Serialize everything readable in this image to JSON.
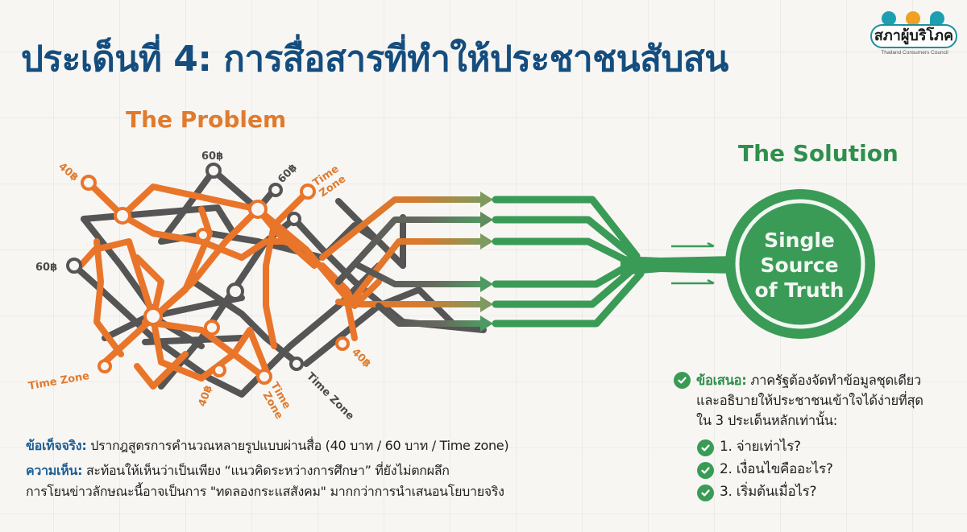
{
  "slide": {
    "title": "ประเด็นที่ 4: การสื่อสารที่ทำให้ประชาชนสับสน",
    "colors": {
      "title": "#144d7e",
      "problem": "#e07b2e",
      "neutral": "#4a4a4a",
      "solution": "#2f8f4e",
      "background": "#f8f6f3"
    }
  },
  "logo": {
    "name": "สภาผู้บริโภค",
    "subtitle": "Thailand Consumers Council",
    "dot_colors": [
      "#1e9fb0",
      "#f2a024",
      "#1e9fb0"
    ]
  },
  "problem": {
    "title": "The Problem",
    "labels": [
      {
        "text": "40฿",
        "color": "orange"
      },
      {
        "text": "60฿",
        "color": "gray"
      },
      {
        "text": "60฿",
        "color": "gray"
      },
      {
        "text": "Time Zone",
        "color": "orange"
      },
      {
        "text": "60฿",
        "color": "gray"
      },
      {
        "text": "Time Zone",
        "color": "orange"
      },
      {
        "text": "40฿",
        "color": "orange"
      },
      {
        "text": "Time Zone",
        "color": "orange"
      },
      {
        "text": "Time Zone",
        "color": "gray"
      },
      {
        "text": "40฿",
        "color": "orange"
      }
    ]
  },
  "solution": {
    "title": "The Solution",
    "circle_lines": [
      "Single",
      "Source",
      "of Truth"
    ]
  },
  "facts": {
    "fact_label": "ข้อเท็จจริง:",
    "fact_text": " ปรากฎสูตรการคำนวณหลายรูปแบบผ่านสื่อ (40 บาท / 60 บาท / Time zone)",
    "opinion_label": "ความเห็น:",
    "opinion_text_1": " สะท้อนให้เห็นว่าเป็นเพียง “แนวคิดระหว่างการศึกษา” ที่ยังไม่ตกผลึก",
    "opinion_text_2": "การโยนข่าวลักษณะนี้อาจเป็นการ \"ทดลองกระแสสังคม\" มากกว่าการนำเสนอนโยบายจริง"
  },
  "proposal": {
    "label": "ข้อเสนอ:",
    "text_1": " ภาครัฐต้องจัดทำข้อมูลชุดเดียว",
    "text_2": "และอธิบายให้ประชาชนเข้าใจได้ง่ายที่สุด",
    "text_3": "ใน 3 ประเด็นหลักเท่านั้น:",
    "items": [
      {
        "label": "1. จ่ายเท่าไร?"
      },
      {
        "label": "2. เงื่อนไขคืออะไร?"
      },
      {
        "label": "3. เริ่มต้นเมื่อไร?"
      }
    ]
  }
}
